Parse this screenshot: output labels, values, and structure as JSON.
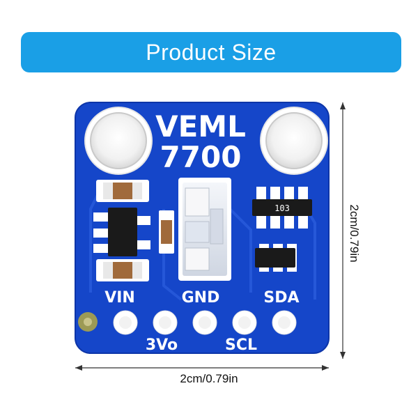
{
  "header": {
    "title": "Product Size"
  },
  "board": {
    "name_line1": "VEML",
    "name_line2": "7700",
    "chip_code": "103",
    "pins_top": [
      "VIN",
      "GND",
      "SDA"
    ],
    "pins_bottom": [
      "3Vo",
      "SCL"
    ],
    "colors": {
      "pcb": "#1546c9",
      "pcb_edge": "#0d35a8",
      "silk": "#ffffff",
      "accent": "#1a9fe6"
    }
  },
  "dimensions": {
    "width_label": "2cm/0.79in",
    "height_label": "2cm/0.79in"
  }
}
